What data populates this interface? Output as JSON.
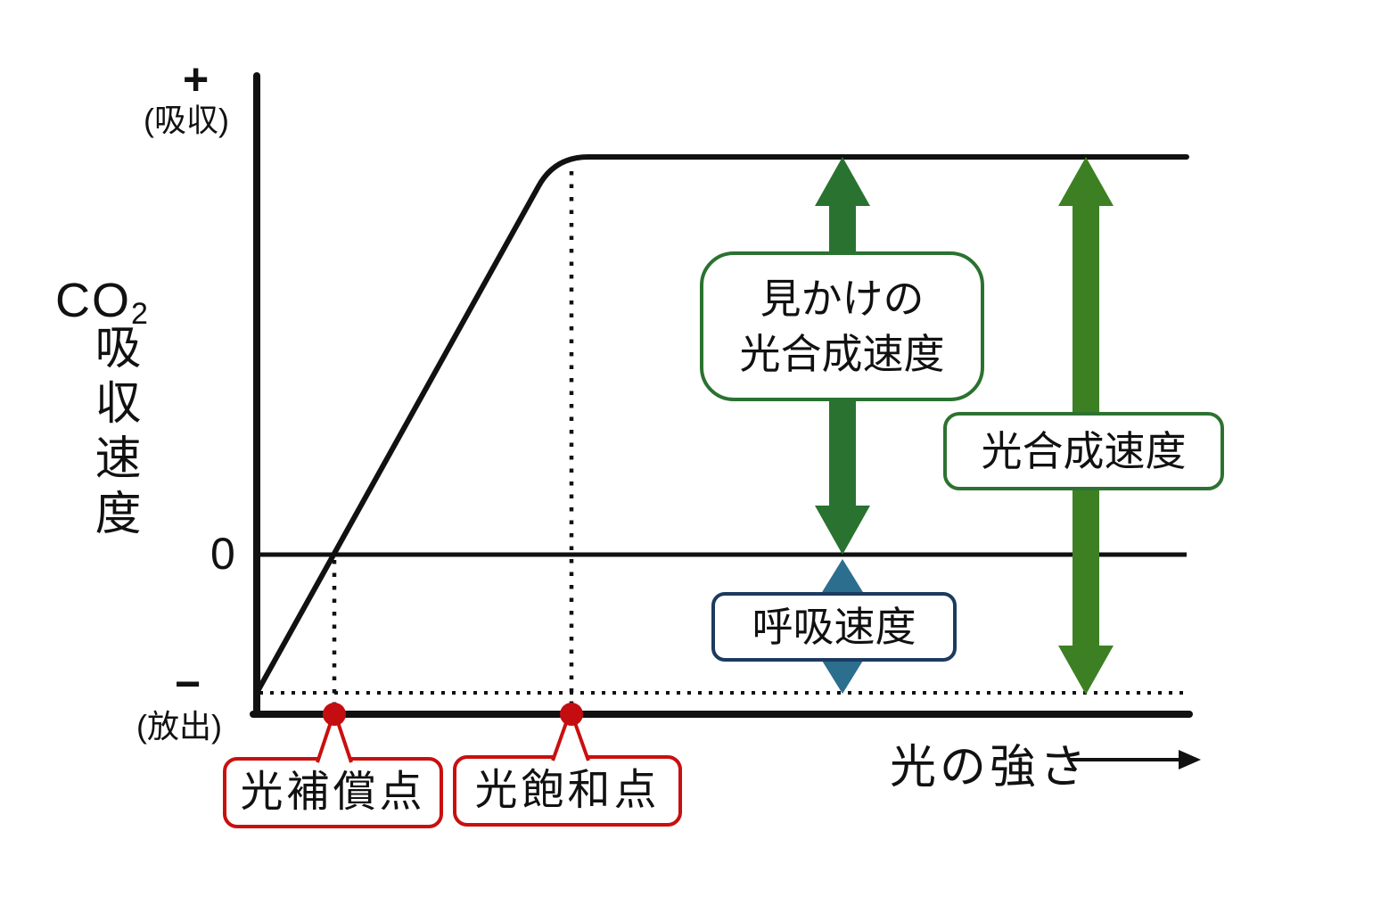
{
  "colors": {
    "line_black": "#111111",
    "arrow_dark_green": "#2a7230",
    "arrow_mid_green": "#3d8024",
    "arrow_teal": "#2c6e8e",
    "box_navy": "#1d3a5f",
    "accent_red": "#c8100f"
  },
  "y_axis": {
    "plus_sign": "+",
    "absorb_note": "(吸収)",
    "co2_main": "CO",
    "co2_sub": "2",
    "vertical_label": "吸収速度",
    "zero_label": "0",
    "minus_sign": "−",
    "release_note": "(放出)"
  },
  "x_axis": {
    "label": "光の強さ"
  },
  "boxes": {
    "apparent_rate": {
      "line1": "見かけの",
      "line2": "光合成速度"
    },
    "photosynthesis_rate": {
      "label": "光合成速度"
    },
    "respiration_rate": {
      "label": "呼吸速度"
    },
    "compensation_point": {
      "label": "光補償点"
    },
    "saturation_point": {
      "label": "光飽和点"
    }
  },
  "chart_data": {
    "type": "line",
    "title": "",
    "xlabel": "光の強さ",
    "ylabel": "CO2吸収速度",
    "x_range_relative": [
      0,
      1
    ],
    "y_range_relative": [
      -0.35,
      1.0
    ],
    "grid": false,
    "series": [
      {
        "name": "CO2吸収速度曲線",
        "points_relative": [
          [
            0,
            -0.35
          ],
          [
            0.084,
            0
          ],
          [
            0.3,
            0.92
          ],
          [
            0.345,
            1.0
          ],
          [
            1.0,
            1.0
          ]
        ]
      }
    ],
    "reference_lines": {
      "zero_line_y": 0,
      "respiration_level_y": -0.35,
      "saturation_plateau_y": 1.0
    },
    "key_points": [
      {
        "name": "光補償点",
        "x_relative": 0.084,
        "y_relative": 0
      },
      {
        "name": "光飽和点",
        "x_relative": 0.336,
        "y_relative": 1.0
      }
    ],
    "annotations": [
      {
        "label": "見かけの光合成速度",
        "spans_y": [
          0,
          1.0
        ],
        "color": "#2a7230"
      },
      {
        "label": "光合成速度",
        "spans_y": [
          -0.35,
          1.0
        ],
        "color": "#3d8024"
      },
      {
        "label": "呼吸速度",
        "spans_y": [
          -0.35,
          0
        ],
        "color": "#2c6e8e"
      }
    ]
  }
}
